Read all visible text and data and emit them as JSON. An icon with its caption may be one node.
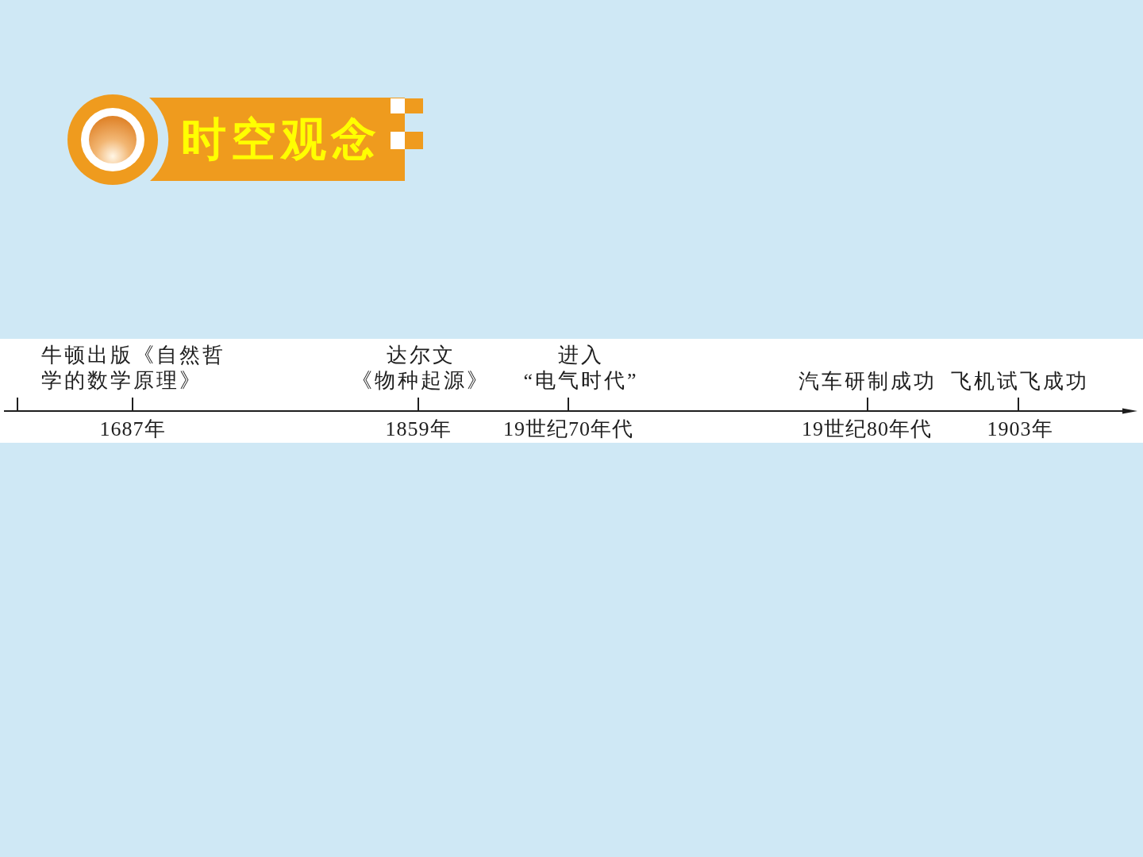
{
  "diagram": {
    "title": "时空观念",
    "labels": [
      "牛顿出版《自然哲学的数学原理》",
      "1687年",
      "达尔文《物种起源》",
      "1859年",
      "进入“电气时代”",
      "19世纪70年代",
      "汽车研制成功",
      "19世纪80年代",
      "飞机试飞成功",
      "1903年"
    ]
  }
}
